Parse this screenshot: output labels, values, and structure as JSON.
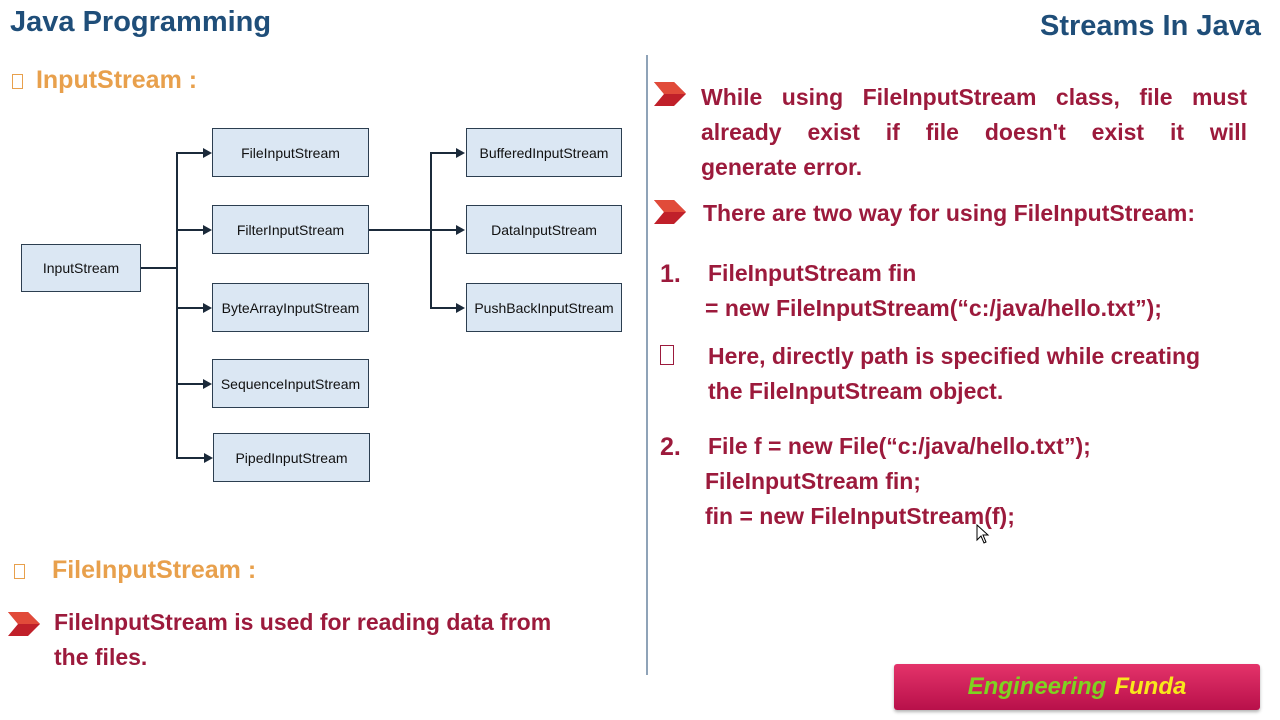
{
  "header": {
    "left_title": "Java Programming",
    "right_title": "Streams In Java"
  },
  "left": {
    "section_inputstream": "InputStream :",
    "diagram": {
      "root": "InputStream",
      "level1": [
        "FileInputStream",
        "FilterInputStream",
        "ByteArrayInputStream",
        "SequenceInputStream",
        "PipedInputStream"
      ],
      "level2": [
        "BufferedInputStream",
        "DataInputStream",
        "PushBackInputStream"
      ]
    },
    "section_fileinputstream": "FileInputStream :",
    "fis_desc_line1": "FileInputStream is used for reading data from",
    "fis_desc_line2": "the files."
  },
  "right": {
    "point1_line1": "While using FileInputStream class, file must",
    "point1_line2": "already exist if file doesn't exist it will",
    "point1_line3": "generate error.",
    "point2": "There are two way for using FileInputStream:",
    "item1_num": "1.",
    "item1_line1": "FileInputStream fin",
    "item1_line2": "= new FileInputStream(“c:/java/hello.txt”);",
    "note_line1": "Here, directly path is specified while creating",
    "note_line2": "the FileInputStream object.",
    "item2_num": "2.",
    "item2_line1": "File f = new  File(“c:/java/hello.txt”);",
    "item2_line2": "FileInputStream fin;",
    "item2_line3": "fin = new FileInputStream(f);"
  },
  "logo": {
    "word1": "Engineering",
    "word2": "Funda",
    "word1_color": "#7ed321",
    "word2_color": "#f8e71c"
  },
  "colors": {
    "title": "#1f4e79",
    "section": "#e8a04c",
    "body": "#9c1a3c",
    "box_fill": "#dbe7f3"
  }
}
